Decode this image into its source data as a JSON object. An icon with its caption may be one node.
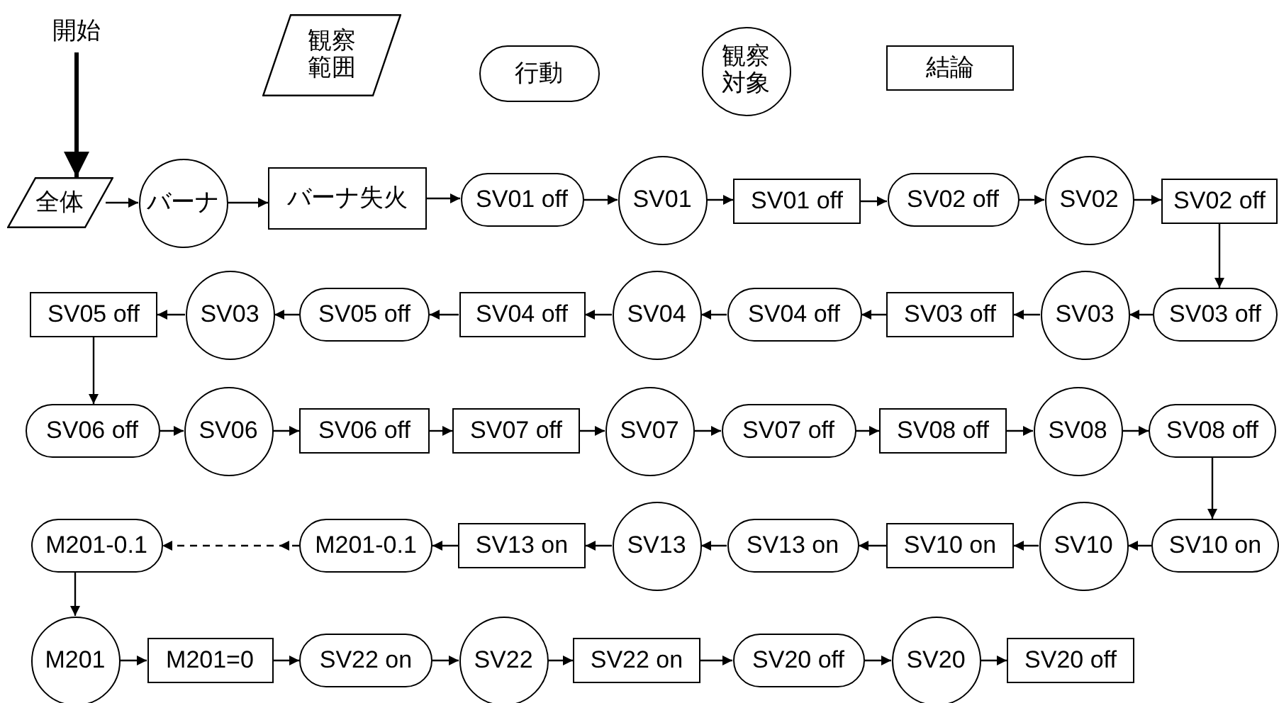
{
  "diagram": {
    "nodes": [
      {
        "text": [
          "開始"
        ]
      },
      {
        "text": [
          "観察範囲"
        ]
      },
      {
        "text": [
          "行動"
        ]
      },
      {
        "text": [
          "観察対象"
        ]
      },
      {
        "text": [
          "結論"
        ]
      },
      {
        "text": [
          "全体"
        ]
      },
      {
        "text": [
          "バーナ"
        ]
      },
      {
        "text": [
          "バーナ失火"
        ]
      },
      {
        "text": [
          "SV01 off"
        ]
      },
      {
        "text": [
          "SV01"
        ]
      },
      {
        "text": [
          "SV01 off"
        ]
      },
      {
        "text": [
          "SV02 off"
        ]
      },
      {
        "text": [
          "SV02"
        ]
      },
      {
        "text": [
          "SV02 off"
        ]
      },
      {
        "text": [
          "SV05 off"
        ]
      },
      {
        "text": [
          "SV03"
        ]
      },
      {
        "text": [
          "SV05 off"
        ]
      },
      {
        "text": [
          "SV04 off"
        ]
      },
      {
        "text": [
          "SV04"
        ]
      },
      {
        "text": [
          "SV04 off"
        ]
      },
      {
        "text": [
          "SV03 off"
        ]
      },
      {
        "text": [
          "SV03"
        ]
      },
      {
        "text": [
          "SV03 off"
        ]
      },
      {
        "text": [
          "SV06 off"
        ]
      },
      {
        "text": [
          "SV06"
        ]
      },
      {
        "text": [
          "SV06 off"
        ]
      },
      {
        "text": [
          "SV07 off"
        ]
      },
      {
        "text": [
          "SV07"
        ]
      },
      {
        "text": [
          "SV07 off"
        ]
      },
      {
        "text": [
          "SV08 off"
        ]
      },
      {
        "text": [
          "SV08"
        ]
      },
      {
        "text": [
          "SV08 off"
        ]
      },
      {
        "text": [
          "M201-0.1"
        ]
      },
      {
        "text": [
          "M201-0.1"
        ]
      },
      {
        "text": [
          "SV13 on"
        ]
      },
      {
        "text": [
          "SV13"
        ]
      },
      {
        "text": [
          "SV13 on"
        ]
      },
      {
        "text": [
          "SV10 on"
        ]
      },
      {
        "text": [
          "SV10"
        ]
      },
      {
        "text": [
          "SV10 on"
        ]
      },
      {
        "text": [
          "M201"
        ]
      },
      {
        "text": [
          "M201=0"
        ]
      },
      {
        "text": [
          "SV22 on"
        ]
      },
      {
        "text": [
          "SV22"
        ]
      },
      {
        "text": [
          "SV22 on"
        ]
      },
      {
        "text": [
          "SV20 off"
        ]
      },
      {
        "text": [
          "SV20"
        ]
      },
      {
        "text": [
          "SV20 off"
        ]
      }
    ],
    "edges": [
      {
        "from": 0,
        "to": 5,
        "arrow": "to",
        "style": "thick"
      },
      {
        "from": 5,
        "to": 6,
        "arrow": "to"
      },
      {
        "from": 6,
        "to": 7,
        "arrow": "to"
      },
      {
        "from": 7,
        "to": 8,
        "arrow": "to"
      },
      {
        "from": 8,
        "to": 9,
        "arrow": "to"
      },
      {
        "from": 9,
        "to": 10,
        "arrow": "to"
      },
      {
        "from": 10,
        "to": 11,
        "arrow": "to"
      },
      {
        "from": 11,
        "to": 12,
        "arrow": "to"
      },
      {
        "from": 12,
        "to": 13,
        "arrow": "to"
      },
      {
        "from": 13,
        "to": 22,
        "arrow": "to"
      },
      {
        "from": 22,
        "to": 21,
        "arrow": "to"
      },
      {
        "from": 21,
        "to": 20,
        "arrow": "to"
      },
      {
        "from": 20,
        "to": 19,
        "arrow": "to"
      },
      {
        "from": 19,
        "to": 18,
        "arrow": "to"
      },
      {
        "from": 18,
        "to": 17,
        "arrow": "to"
      },
      {
        "from": 17,
        "to": 16,
        "arrow": "to"
      },
      {
        "from": 16,
        "to": 15,
        "arrow": "to"
      },
      {
        "from": 15,
        "to": 14,
        "arrow": "to"
      },
      {
        "from": 14,
        "to": 23,
        "arrow": "to"
      },
      {
        "from": 23,
        "to": 24,
        "arrow": "to"
      },
      {
        "from": 24,
        "to": 25,
        "arrow": "to"
      },
      {
        "from": 25,
        "to": 26,
        "arrow": "to"
      },
      {
        "from": 26,
        "to": 27,
        "arrow": "to"
      },
      {
        "from": 27,
        "to": 28,
        "arrow": "to"
      },
      {
        "from": 28,
        "to": 29,
        "arrow": "to"
      },
      {
        "from": 29,
        "to": 30,
        "arrow": "to"
      },
      {
        "from": 30,
        "to": 31,
        "arrow": "to"
      },
      {
        "from": 31,
        "to": 39,
        "arrow": "to"
      },
      {
        "from": 39,
        "to": 38,
        "arrow": "to"
      },
      {
        "from": 38,
        "to": 37,
        "arrow": "to"
      },
      {
        "from": 37,
        "to": 36,
        "arrow": "to"
      },
      {
        "from": 36,
        "to": 35,
        "arrow": "to"
      },
      {
        "from": 35,
        "to": 34,
        "arrow": "to"
      },
      {
        "from": 34,
        "to": 33,
        "arrow": "to"
      },
      {
        "from": 33,
        "to": 32,
        "arrow": "to",
        "style": "dashed"
      },
      {
        "from": 32,
        "to": 40,
        "arrow": "to"
      },
      {
        "from": 40,
        "to": 41,
        "arrow": "to"
      },
      {
        "from": 41,
        "to": 42,
        "arrow": "to"
      },
      {
        "from": 42,
        "to": 43,
        "arrow": "to"
      },
      {
        "from": 43,
        "to": 44,
        "arrow": "to"
      },
      {
        "from": 44,
        "to": 45,
        "arrow": "to"
      },
      {
        "from": 45,
        "to": 46,
        "arrow": "to"
      },
      {
        "from": 46,
        "to": 47,
        "arrow": "to"
      }
    ]
  }
}
